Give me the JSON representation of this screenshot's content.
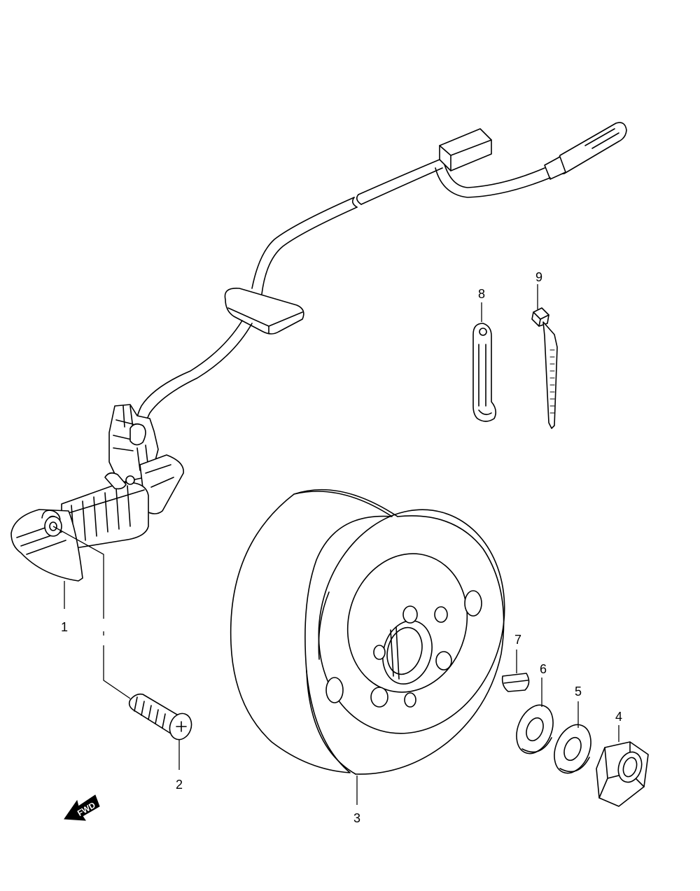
{
  "callouts": {
    "c1": "1",
    "c2": "2",
    "c3": "3",
    "c4": "4",
    "c5": "5",
    "c6": "6",
    "c7": "7",
    "c8": "8",
    "c9": "9"
  },
  "direction_badge": {
    "label": "FWD",
    "icon": "arrow-left-down-icon"
  }
}
